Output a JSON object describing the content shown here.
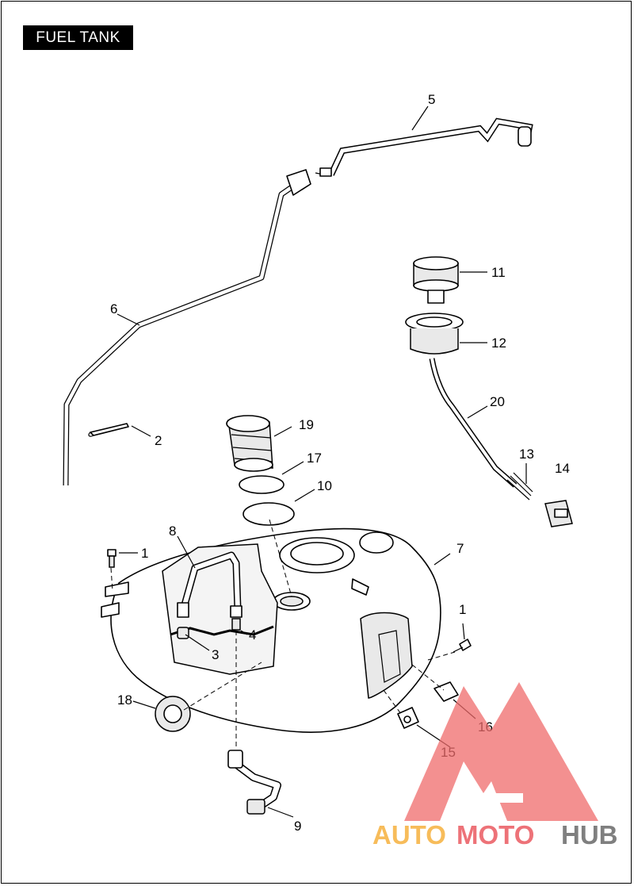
{
  "page": {
    "title": "FUEL TANK"
  },
  "callouts": [
    {
      "id": "c1a",
      "label": "1"
    },
    {
      "id": "c1b",
      "label": "1"
    },
    {
      "id": "c2",
      "label": "2"
    },
    {
      "id": "c3",
      "label": "3"
    },
    {
      "id": "c4",
      "label": "4"
    },
    {
      "id": "c5",
      "label": "5"
    },
    {
      "id": "c6",
      "label": "6"
    },
    {
      "id": "c7",
      "label": "7"
    },
    {
      "id": "c8",
      "label": "8"
    },
    {
      "id": "c9",
      "label": "9"
    },
    {
      "id": "c10",
      "label": "10"
    },
    {
      "id": "c11",
      "label": "11"
    },
    {
      "id": "c12",
      "label": "12"
    },
    {
      "id": "c13",
      "label": "13"
    },
    {
      "id": "c14",
      "label": "14"
    },
    {
      "id": "c15",
      "label": "15"
    },
    {
      "id": "c16",
      "label": "16"
    },
    {
      "id": "c17",
      "label": "17"
    },
    {
      "id": "c18",
      "label": "18"
    },
    {
      "id": "c19",
      "label": "19"
    },
    {
      "id": "c20",
      "label": "20"
    }
  ],
  "watermark": {
    "word1": "AUTO",
    "word2": "MOTO",
    "word3": "HUB",
    "colors": {
      "auto": "#f5a623",
      "moto": "#e8434b",
      "hub": "#555555",
      "triangle": "#ef6b6b"
    }
  }
}
